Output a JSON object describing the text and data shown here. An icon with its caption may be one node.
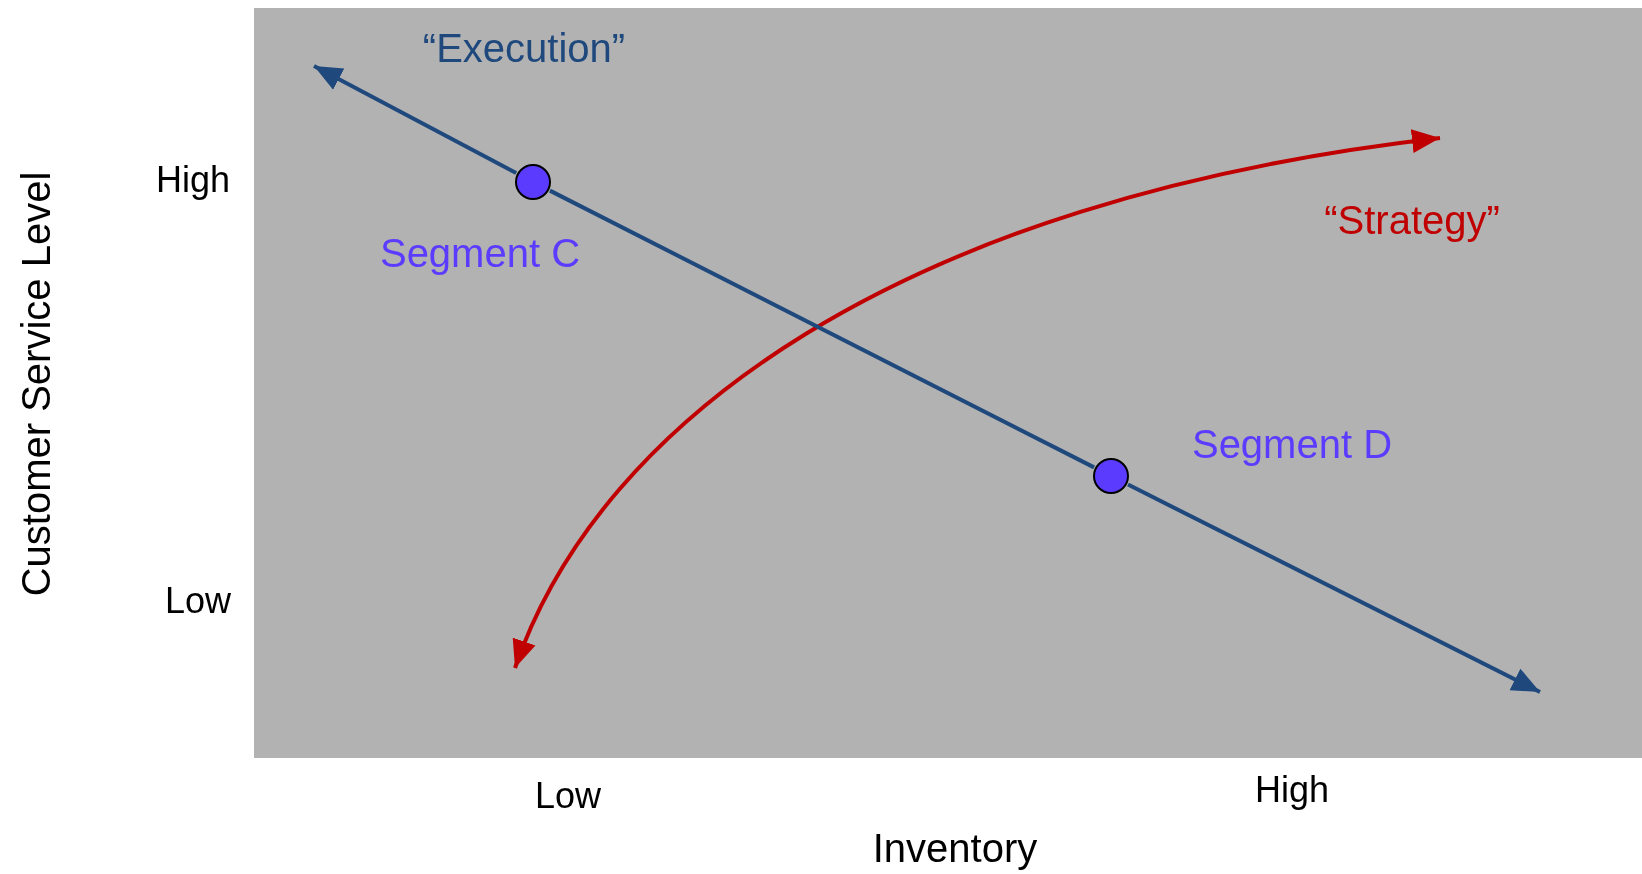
{
  "diagram": {
    "nodes": [
      {
        "text": [],
        "shape": "circle",
        "beside": [
          "Segment C"
        ]
      },
      {
        "text": [],
        "shape": "circle",
        "beside": [
          "Segment D"
        ]
      }
    ],
    "edges": [
      {
        "from": 0,
        "to": null,
        "arrow": "to"
      },
      {
        "from": 0,
        "to": 1,
        "arrow": "none"
      },
      {
        "from": 1,
        "to": null,
        "arrow": "to"
      }
    ],
    "labels": [
      "“Execution”",
      "High",
      "“Strategy”",
      "Low",
      "Low",
      "High",
      "Inventory",
      "Customer Service Level"
    ]
  }
}
